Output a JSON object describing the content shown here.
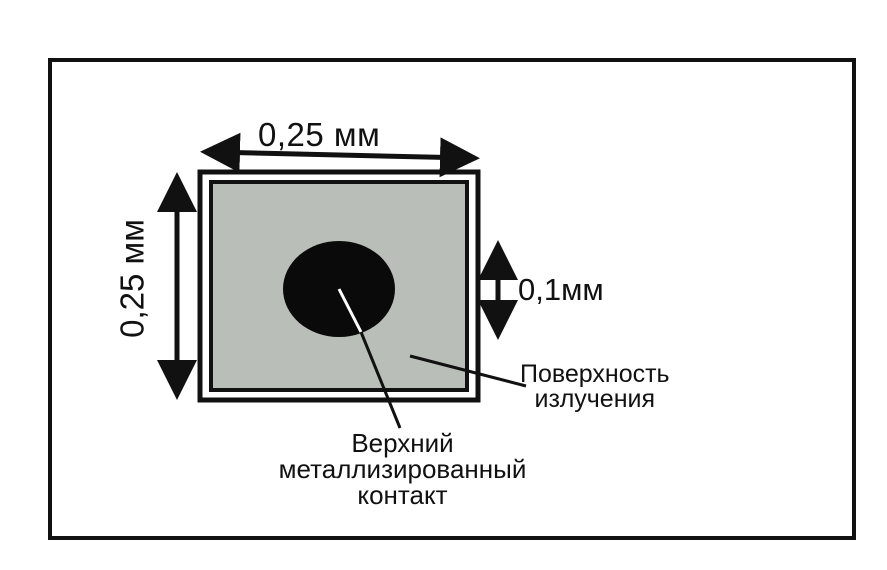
{
  "labels": {
    "top_dimension": "0,25 мм",
    "side_dimension": "0,25 мм",
    "contact_diameter": "0,1мм",
    "surface_line1": "Поверхность",
    "surface_line2": "излучения",
    "contact_line1": "Верхний",
    "contact_line2": "металлизированный",
    "contact_line3": "контакт"
  },
  "colors": {
    "outline": "#111111",
    "chip_fill": "#b9beb8",
    "contact_fill": "#0a0a0a"
  }
}
